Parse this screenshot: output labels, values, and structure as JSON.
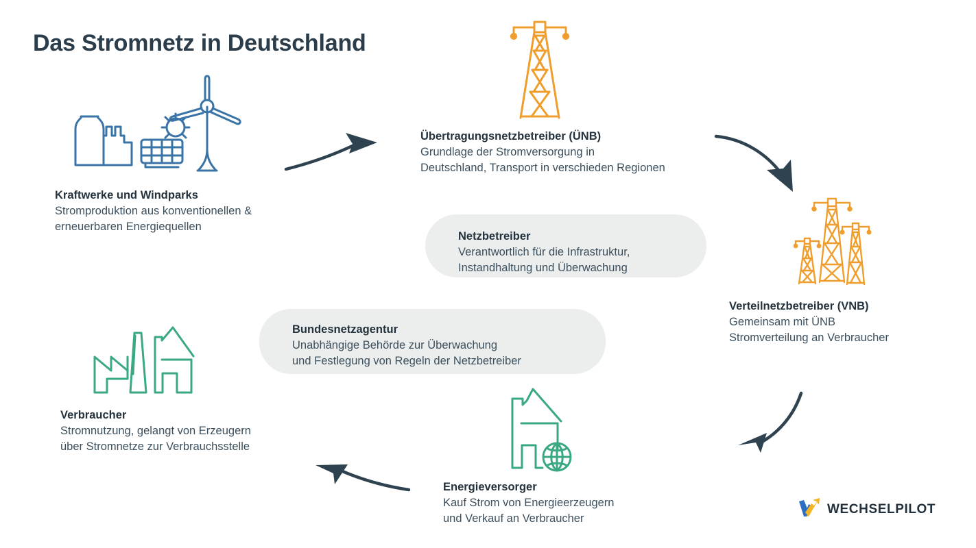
{
  "title": "Das Stromnetz in Deutschland",
  "colors": {
    "text_dark": "#24323d",
    "text_body": "#3c4f5c",
    "arrow": "#2e4250",
    "icon_blue": "#3a73a6",
    "icon_orange": "#ef9d2c",
    "icon_green": "#3aa982",
    "pill_bg": "#eceeee",
    "logo_blue": "#2b6fc4",
    "logo_yellow": "#f7b322"
  },
  "nodes": {
    "kraftwerke": {
      "title": "Kraftwerke und Windparks",
      "desc": "Stromproduktion aus konventionellen &\nerneuerbaren Energiequellen",
      "icon": "power-plant-solar-wind-icon"
    },
    "uenb": {
      "title": "Übertragungsnetzbetreiber (ÜNB)",
      "desc": "Grundlage der Stromversorgung in\nDeutschland, Transport in verschieden Regionen",
      "icon": "transmission-tower-icon"
    },
    "vnb": {
      "title": "Verteilnetzbetreiber (VNB)",
      "desc": "Gemeinsam mit ÜNB\nStromverteilung an Verbraucher",
      "icon": "distribution-towers-icon"
    },
    "energieversorger": {
      "title": "Energieversorger",
      "desc": "Kauf Strom von Energieerzeugern\nund Verkauf an Verbraucher",
      "icon": "house-globe-icon"
    },
    "verbraucher": {
      "title": "Verbraucher",
      "desc": "Stromnutzung, gelangt von Erzeugern\nüber Stromnetze zur Verbrauchsstelle",
      "icon": "factory-house-icon"
    }
  },
  "pills": {
    "netzbetreiber": {
      "title": "Netzbetreiber",
      "desc": "Verantwortlich für die Infrastruktur,\nInstandhaltung und Überwachung"
    },
    "bundesnetzagentur": {
      "title": "Bundesnetzagentur",
      "desc": "Unabhängige Behörde zur Überwachung\nund Festlegung von Regeln der Netzbetreiber"
    }
  },
  "arrows": [
    {
      "name": "arrow-kraftwerke-to-uenb",
      "direction": "up-right"
    },
    {
      "name": "arrow-uenb-to-vnb",
      "direction": "down-right"
    },
    {
      "name": "arrow-vnb-to-energieversorger",
      "direction": "down-left"
    },
    {
      "name": "arrow-energieversorger-to-verbraucher",
      "direction": "left"
    }
  ],
  "brand": {
    "name": "WECHSELPILOT",
    "mark": "wechselpilot-logo-icon"
  }
}
